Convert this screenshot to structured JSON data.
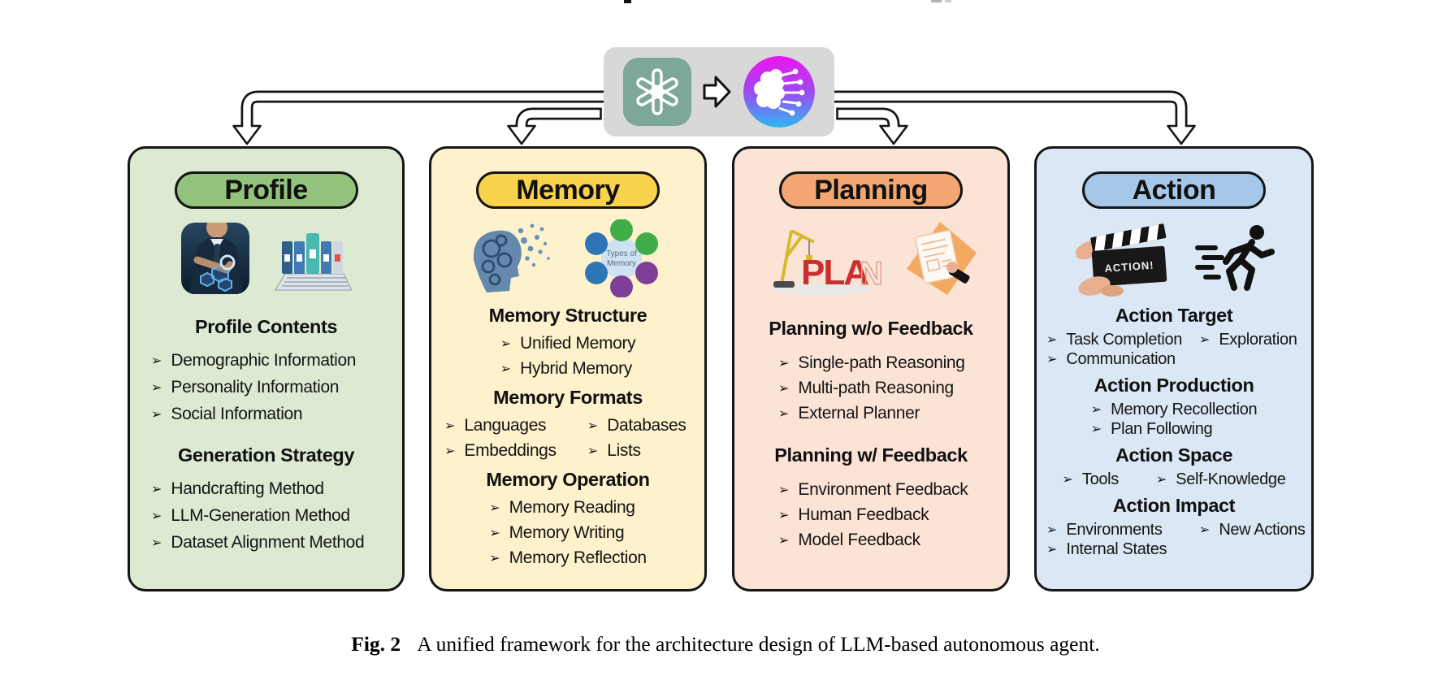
{
  "bullet_glyph": "➢",
  "caption": {
    "label": "Fig. 2",
    "text": "A unified framework for the architecture design of LLM-based autonomous agent."
  },
  "hub": {
    "icons": [
      "chatgpt-logo",
      "transform-right-arrow",
      "ai-brain"
    ],
    "box_color": "#d8d8d8",
    "chatgpt_tile_color": "#7da899",
    "brain_gradient": [
      "#ee13f2",
      "#9c4cf0",
      "#2ab9f2"
    ]
  },
  "icon_labels": {
    "types_of_memory": [
      "Types of",
      "Memory"
    ],
    "plan_letters": [
      "PLA",
      "N"
    ],
    "clapperboard": "ACTION!"
  },
  "panels": [
    {
      "id": "profile",
      "title": "Profile",
      "header_color": "#94c37d",
      "bg_color": "#dcead2",
      "icons": [
        "businessman-analysis-image",
        "binders-laptop-image"
      ],
      "sections": [
        {
          "heading": "Profile Contents",
          "layout": "left",
          "items": [
            "Demographic Information",
            "Personality Information",
            "Social Information"
          ]
        },
        {
          "heading": "Generation Strategy",
          "layout": "left",
          "items": [
            "Handcrafting Method",
            "LLM-Generation Method",
            "Dataset Alignment Method"
          ]
        }
      ]
    },
    {
      "id": "memory",
      "title": "Memory",
      "header_color": "#f8d34b",
      "bg_color": "#fdf2cc",
      "icons": [
        "dissolving-head-gears-image",
        "types-of-memory-image"
      ],
      "sections": [
        {
          "heading": "Memory Structure",
          "layout": "center",
          "items": [
            "Unified Memory",
            "Hybrid Memory"
          ]
        },
        {
          "heading": "Memory Formats",
          "layout": "two-col",
          "items": [
            "Languages",
            "Databases",
            "Embeddings",
            "Lists"
          ]
        },
        {
          "heading": "Memory Operation",
          "layout": "center",
          "items": [
            "Memory Reading",
            "Memory Writing",
            "Memory Reflection"
          ]
        }
      ]
    },
    {
      "id": "planning",
      "title": "Planning",
      "header_color": "#f2a772",
      "bg_color": "#fbe3d5",
      "icons": [
        "crane-plan-image",
        "plan-sketch-image"
      ],
      "sections": [
        {
          "heading": "Planning w/o Feedback",
          "layout": "left",
          "items": [
            "Single-path Reasoning",
            "Multi-path Reasoning",
            "External Planner"
          ]
        },
        {
          "heading": "Planning w/ Feedback",
          "layout": "left",
          "items": [
            "Environment Feedback",
            "Human Feedback",
            "Model Feedback"
          ]
        }
      ]
    },
    {
      "id": "action",
      "title": "Action",
      "header_color": "#a6c8e8",
      "bg_color": "#dbe7f4",
      "icons": [
        "clapperboard-image",
        "running-man-icon"
      ],
      "sections": [
        {
          "heading": "Action Target",
          "layout": "two-col",
          "items": [
            "Task Completion",
            "Exploration",
            "Communication"
          ]
        },
        {
          "heading": "Action Production",
          "layout": "center",
          "items": [
            "Memory Recollection",
            "Plan Following"
          ]
        },
        {
          "heading": "Action Space",
          "layout": "center-row",
          "items": [
            "Tools",
            "Self-Knowledge"
          ]
        },
        {
          "heading": "Action Impact",
          "layout": "two-col",
          "items": [
            "Environments",
            "New Actions",
            "Internal States"
          ]
        }
      ]
    }
  ]
}
